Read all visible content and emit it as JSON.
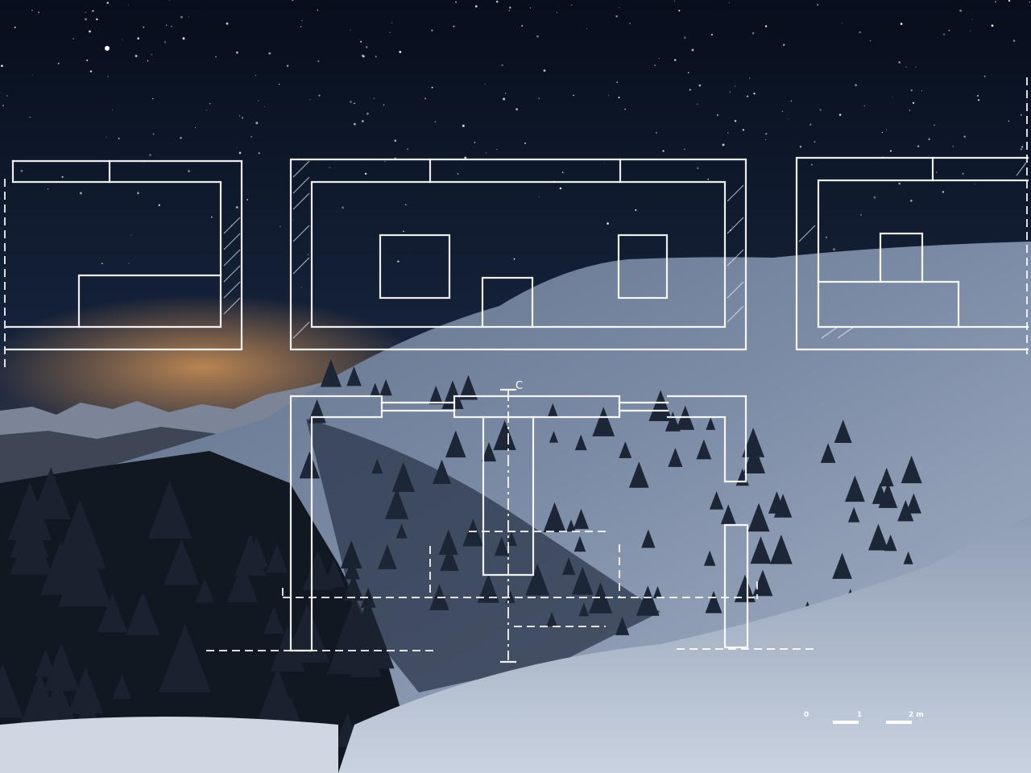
{
  "scene": {
    "colors": {
      "sky_top": "#0a1426",
      "sky_mid": "#1a2a44",
      "horizon_glow": "#c98a4a",
      "snow_light": "#e4e9f2",
      "snow_shadow": "#6c7d97",
      "forest_dark": "#0f1620",
      "mountain_far": "#8a93a3"
    }
  },
  "drawing": {
    "section_marker": "C",
    "scale_bar": {
      "labels": [
        "0",
        "1",
        "2 m"
      ]
    },
    "line_color": "#ffffff"
  }
}
